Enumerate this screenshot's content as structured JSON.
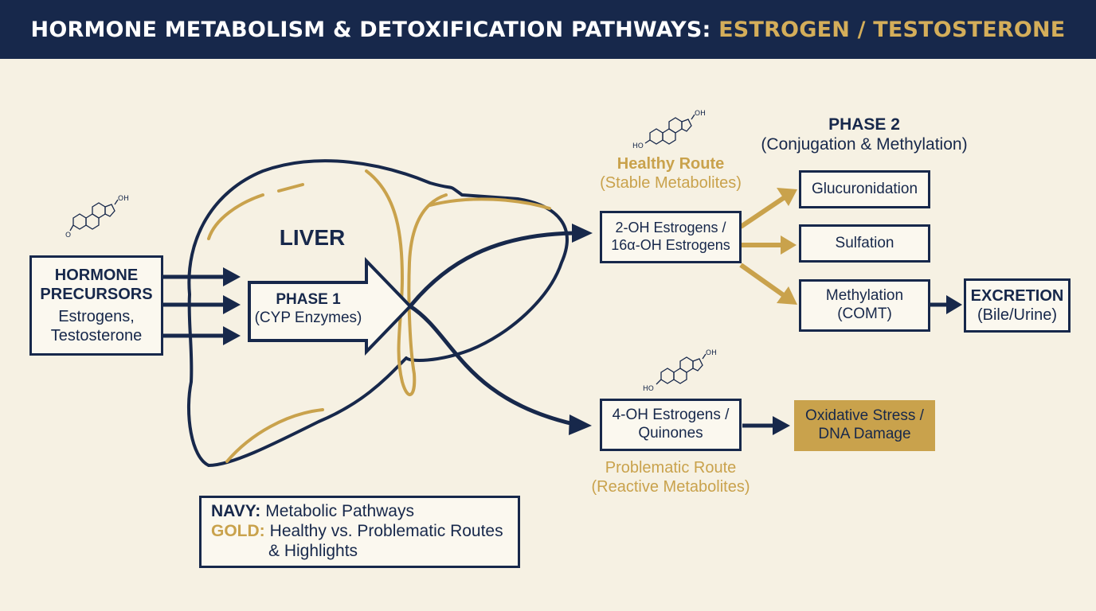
{
  "header": {
    "title_main": "HORMONE METABOLISM & DETOXIFICATION PATHWAYS:",
    "title_accent": "ESTROGEN / TESTOSTERONE"
  },
  "precursors": {
    "title_line1": "HORMONE",
    "title_line2": "PRECURSORS",
    "sub_line1": "Estrogens,",
    "sub_line2": "Testosterone"
  },
  "liver": {
    "label": "LIVER"
  },
  "phase1": {
    "title": "PHASE 1",
    "sub": "(CYP Enzymes)"
  },
  "healthy_route": {
    "title": "Healthy Route",
    "sub": "(Stable Metabolites)"
  },
  "healthy_metabolites": {
    "line1": "2-OH Estrogens /",
    "line2": "16α-OH Estrogens"
  },
  "phase2": {
    "title": "PHASE 2",
    "sub": "(Conjugation & Methylation)"
  },
  "conjugation": {
    "glucuronidation": "Glucuronidation",
    "sulfation": "Sulfation",
    "methylation_line1": "Methylation",
    "methylation_line2": "(COMT)"
  },
  "excretion": {
    "title": "EXCRETION",
    "sub": "(Bile/Urine)"
  },
  "problem_metabolites": {
    "line1": "4-OH Estrogens /",
    "line2": "Quinones"
  },
  "oxidative": {
    "line1": "Oxidative Stress /",
    "line2": "DNA Damage"
  },
  "problem_route": {
    "title": "Problematic Route",
    "sub": "(Reactive Metabolites)"
  },
  "molecules": {
    "oh_label": "OH",
    "ho_label": "HO",
    "o_label": "O"
  },
  "legend": {
    "navy_key": "NAVY:",
    "navy_text": "Metabolic Pathways",
    "gold_key": "GOLD:",
    "gold_text_line1": "Healthy vs. Problematic Routes",
    "gold_text_line2": "& Highlights"
  },
  "colors": {
    "navy": "#17284b",
    "gold": "#c9a24c",
    "background": "#f6f1e3"
  }
}
